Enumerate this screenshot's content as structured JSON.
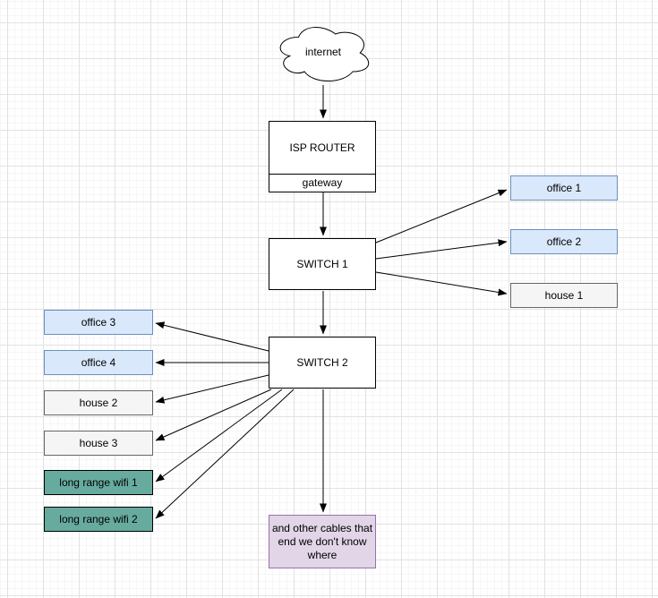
{
  "diagram": {
    "cloud": {
      "label": "internet"
    },
    "router": {
      "label": "ISP ROUTER",
      "sublabel": "gateway"
    },
    "switch1": {
      "label": "SWITCH 1"
    },
    "switch2": {
      "label": "SWITCH 2"
    },
    "right_nodes": [
      {
        "label": "office 1",
        "style": "blue"
      },
      {
        "label": "office 2",
        "style": "blue"
      },
      {
        "label": "house 1",
        "style": "gray"
      }
    ],
    "left_nodes": [
      {
        "label": "office 3",
        "style": "blue"
      },
      {
        "label": "office 4",
        "style": "blue"
      },
      {
        "label": "house 2",
        "style": "gray"
      },
      {
        "label": "house 3",
        "style": "gray"
      },
      {
        "label": "long range wifi 1",
        "style": "teal"
      },
      {
        "label": "long range wifi 2",
        "style": "teal"
      }
    ],
    "note": {
      "label": "and other cables that end we don't know where",
      "lines": [
        "and other cables that",
        "end we don't know",
        "where"
      ]
    },
    "edges": [
      {
        "from": "internet",
        "to": "ISP ROUTER"
      },
      {
        "from": "gateway",
        "to": "SWITCH 1"
      },
      {
        "from": "SWITCH 1",
        "to": "office 1"
      },
      {
        "from": "SWITCH 1",
        "to": "office 2"
      },
      {
        "from": "SWITCH 1",
        "to": "house 1"
      },
      {
        "from": "SWITCH 1",
        "to": "SWITCH 2"
      },
      {
        "from": "SWITCH 2",
        "to": "office 3"
      },
      {
        "from": "SWITCH 2",
        "to": "office 4"
      },
      {
        "from": "SWITCH 2",
        "to": "house 2"
      },
      {
        "from": "SWITCH 2",
        "to": "house 3"
      },
      {
        "from": "SWITCH 2",
        "to": "long range wifi 1"
      },
      {
        "from": "SWITCH 2",
        "to": "long range wifi 2"
      },
      {
        "from": "SWITCH 2",
        "to": "note"
      }
    ],
    "colors": {
      "office_fill": "#dae8fc",
      "office_border": "#6c8ebf",
      "house_fill": "#f5f5f5",
      "house_border": "#666666",
      "wifi_fill": "#67ab9f",
      "wifi_border": "#000000",
      "note_fill": "#e1d5e7",
      "note_border": "#9673a6",
      "shape_fill": "#ffffff",
      "shape_border": "#000000",
      "edge_color": "#000000",
      "grid_major": "#e2e2e2",
      "grid_minor": "#f6f6f6"
    }
  }
}
